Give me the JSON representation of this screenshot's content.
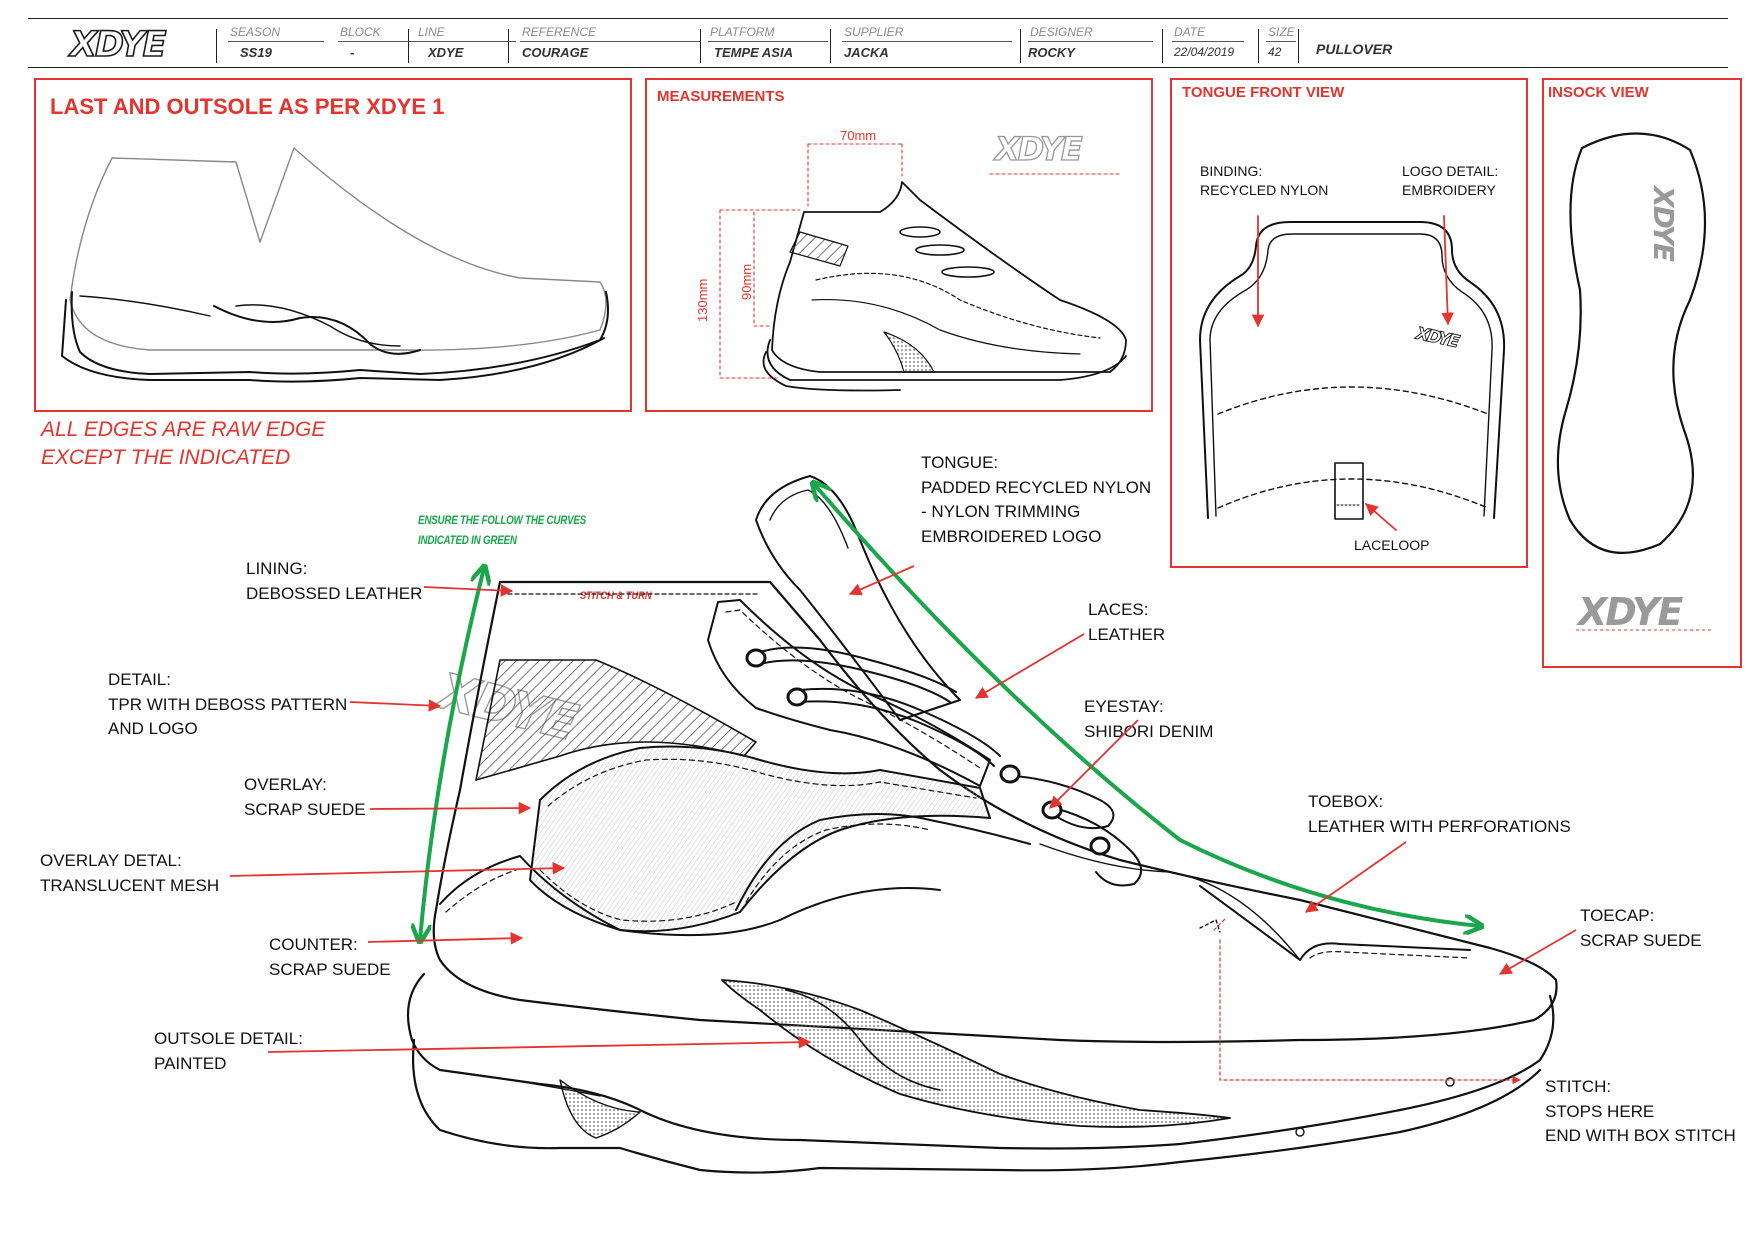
{
  "header": {
    "brand": "XDYE",
    "fields": [
      {
        "caption": "SEASON",
        "value": "SS19"
      },
      {
        "caption": "BLOCK",
        "value": "-"
      },
      {
        "caption": "LINE",
        "value": "XDYE"
      },
      {
        "caption": "REFERENCE",
        "value": "COURAGE"
      },
      {
        "caption": "PLATFORM",
        "value": "TEMPE ASIA"
      },
      {
        "caption": "SUPPLIER",
        "value": "JACKA"
      },
      {
        "caption": "DESIGNER",
        "value": "ROCKY"
      },
      {
        "caption": "DATE",
        "value": "22/04/2019"
      },
      {
        "caption": "SIZE",
        "value": "42"
      }
    ],
    "product": "PULLOVER"
  },
  "panels": {
    "last": {
      "title": "LAST AND OUTSOLE AS PER XDYE 1"
    },
    "measurements": {
      "title": "MEASUREMENTS",
      "dim_width": "70mm",
      "dim_height_inner": "90mm",
      "dim_height_outer": "130mm",
      "logo": "XDYE"
    },
    "tongue": {
      "title": "TONGUE FRONT VIEW",
      "binding": [
        "BINDING:",
        "RECYCLED NYLON"
      ],
      "logo_detail": [
        "LOGO DETAIL:",
        "EMBROIDERY"
      ],
      "laceloop": "LACELOOP",
      "logo": "XDYE"
    },
    "insock": {
      "title": "INSOCK VIEW",
      "logo": "XDYE"
    }
  },
  "notes": {
    "raw_edge": [
      "ALL EDGES ARE RAW EDGE",
      "EXCEPT THE INDICATED"
    ],
    "green": [
      "ENSURE THE FOLLOW THE CURVES",
      "INDICATED IN GREEN"
    ],
    "stitch_turn": "STITCH & TURN",
    "side_logo": "XDYE"
  },
  "callouts": {
    "tongue": [
      "TONGUE:",
      "PADDED RECYCLED NYLON",
      "- NYLON TRIMMING",
      "EMBROIDERED LOGO"
    ],
    "lining": [
      "LINING:",
      "DEBOSSED LEATHER"
    ],
    "laces": [
      "LACES:",
      "LEATHER"
    ],
    "detail": [
      "DETAIL:",
      "TPR WITH DEBOSS PATTERN",
      "AND LOGO"
    ],
    "eyestay": [
      "EYESTAY:",
      "SHIBORI DENIM"
    ],
    "overlay": [
      "OVERLAY:",
      "SCRAP SUEDE"
    ],
    "toebox": [
      "TOEBOX:",
      "LEATHER WITH PERFORATIONS"
    ],
    "overlay_detail": [
      "OVERLAY DETAL:",
      "TRANSLUCENT MESH"
    ],
    "toecap": [
      "TOECAP:",
      "SCRAP SUEDE"
    ],
    "counter": [
      "COUNTER:",
      "SCRAP SUEDE"
    ],
    "outsole": [
      "OUTSOLE DETAIL:",
      "PAINTED"
    ],
    "stitch": [
      "STITCH:",
      "STOPS HERE",
      "END WITH BOX STITCH"
    ]
  },
  "colors": {
    "accent_red": "#e3342f",
    "guide_green": "#1aa64a",
    "line": "#1a1a1a"
  }
}
